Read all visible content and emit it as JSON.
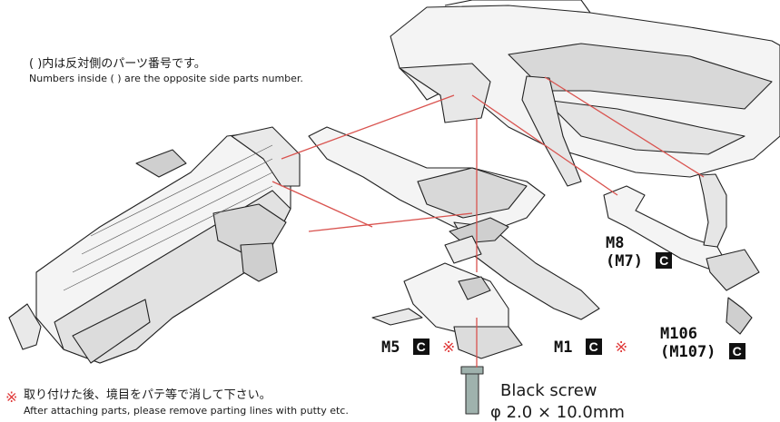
{
  "notes": {
    "opposite_jp": "( )内は反対側のパーツ番号です。",
    "opposite_en": "Numbers inside ( ) are the opposite side parts number.",
    "putty_jp": "取り付けた後、境目をパテ等で消して下さい。",
    "putty_en": "After attaching parts, please remove parting lines with putty etc.",
    "putty_mark": "※"
  },
  "parts": {
    "m8": {
      "main": "M8",
      "opposite": "(M7)",
      "sprue": "C"
    },
    "m5": {
      "main": "M5",
      "sprue": "C",
      "mark": "※"
    },
    "m1": {
      "main": "M1",
      "sprue": "C",
      "mark": "※"
    },
    "m106": {
      "main": "M106",
      "opposite": "(M107)",
      "sprue": "C"
    }
  },
  "screw": {
    "name": "Black screw",
    "size": "φ 2.0 × 10.0mm"
  },
  "colors": {
    "guide_line": "#d9534f",
    "ink": "#1a1a1a",
    "part_fill": "#f4f4f4",
    "shade": "#cfcfcf"
  }
}
